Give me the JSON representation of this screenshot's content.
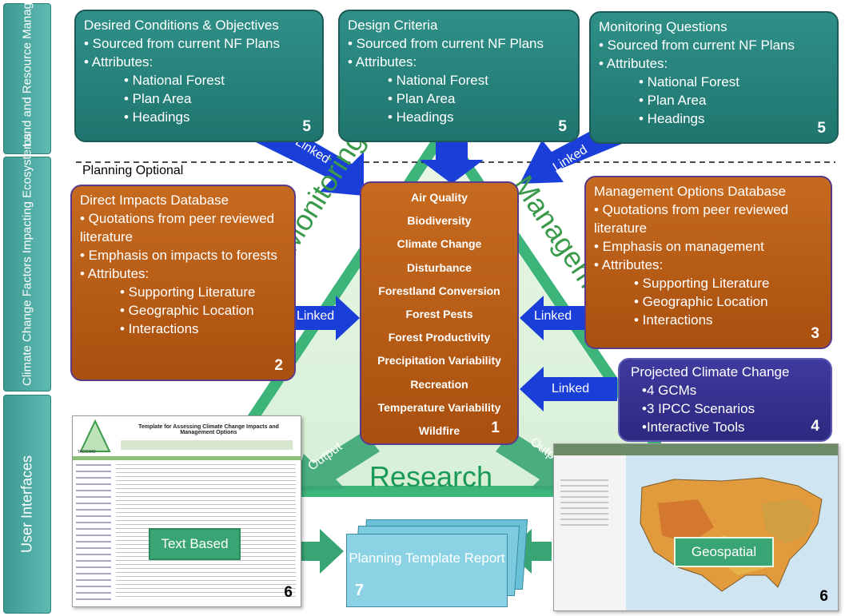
{
  "bands": {
    "top": "Land and Resource Management Plans",
    "middle": "Climate Change Factors Impacting Ecosystems",
    "bottom": "User Interfaces"
  },
  "planning_optional": "Planning Optional",
  "top_boxes": [
    {
      "title": "Desired Conditions & Objectives",
      "bullets": [
        "• Sourced from current NF Plans",
        "• Attributes:"
      ],
      "subs": [
        "• National Forest",
        "• Plan Area",
        "• Headings"
      ],
      "num": "5"
    },
    {
      "title": "Design Criteria",
      "bullets": [
        "• Sourced from current NF Plans",
        "• Attributes:"
      ],
      "subs": [
        "• National Forest",
        "• Plan Area",
        "• Headings"
      ],
      "num": "5"
    },
    {
      "title": "Monitoring Questions",
      "bullets": [
        "• Sourced from current NF Plans",
        "• Attributes:"
      ],
      "subs": [
        "• National Forest",
        "• Plan Area",
        "• Headings"
      ],
      "num": "5"
    }
  ],
  "direct_impacts": {
    "title": "Direct Impacts Database",
    "bullets": [
      "• Quotations from peer reviewed literature",
      "• Emphasis on impacts to forests",
      "• Attributes:"
    ],
    "subs": [
      "• Supporting Literature",
      "• Geographic Location",
      "• Interactions"
    ],
    "num": "2"
  },
  "management_options": {
    "title": "Management Options Database",
    "bullets": [
      "• Quotations from peer reviewed literature",
      "• Emphasis on management",
      "• Attributes:"
    ],
    "subs": [
      "• Supporting Literature",
      "• Geographic Location",
      "• Interactions"
    ],
    "num": "3"
  },
  "center": {
    "items": [
      "Air Quality",
      "Biodiversity",
      "Climate Change",
      "Disturbance",
      "Forestland Conversion",
      "Forest Pests",
      "Forest Productivity",
      "Precipitation Variability",
      "Recreation",
      "Temperature Variability",
      "Wildfire"
    ],
    "num": "1"
  },
  "projected": {
    "title": "Projected Climate Change",
    "bullets": [
      "•4 GCMs",
      "•3 IPCC Scenarios",
      "•Interactive Tools"
    ],
    "num": "4"
  },
  "triangle_labels": {
    "left": "Monitoring",
    "right": "Manageme",
    "bottom": "Research"
  },
  "arrow_labels": {
    "linked": "Linked",
    "output": "Output"
  },
  "text_based": {
    "label": "Text Based",
    "num": "6",
    "page_title": "Template for Assessing Climate Change Impacts and Management Options",
    "logo": "TACCIMO"
  },
  "geospatial": {
    "label": "Geospatial",
    "num": "6"
  },
  "planning_template": {
    "label": "Planning Template Report",
    "num": "7"
  },
  "colors": {
    "teal": "#1f756e",
    "orange": "#b85c17",
    "purple": "#332e88",
    "arrow_blue": "#1a3fd8",
    "triangle_green": "#3cb47a",
    "output_green": "#3aa574"
  }
}
